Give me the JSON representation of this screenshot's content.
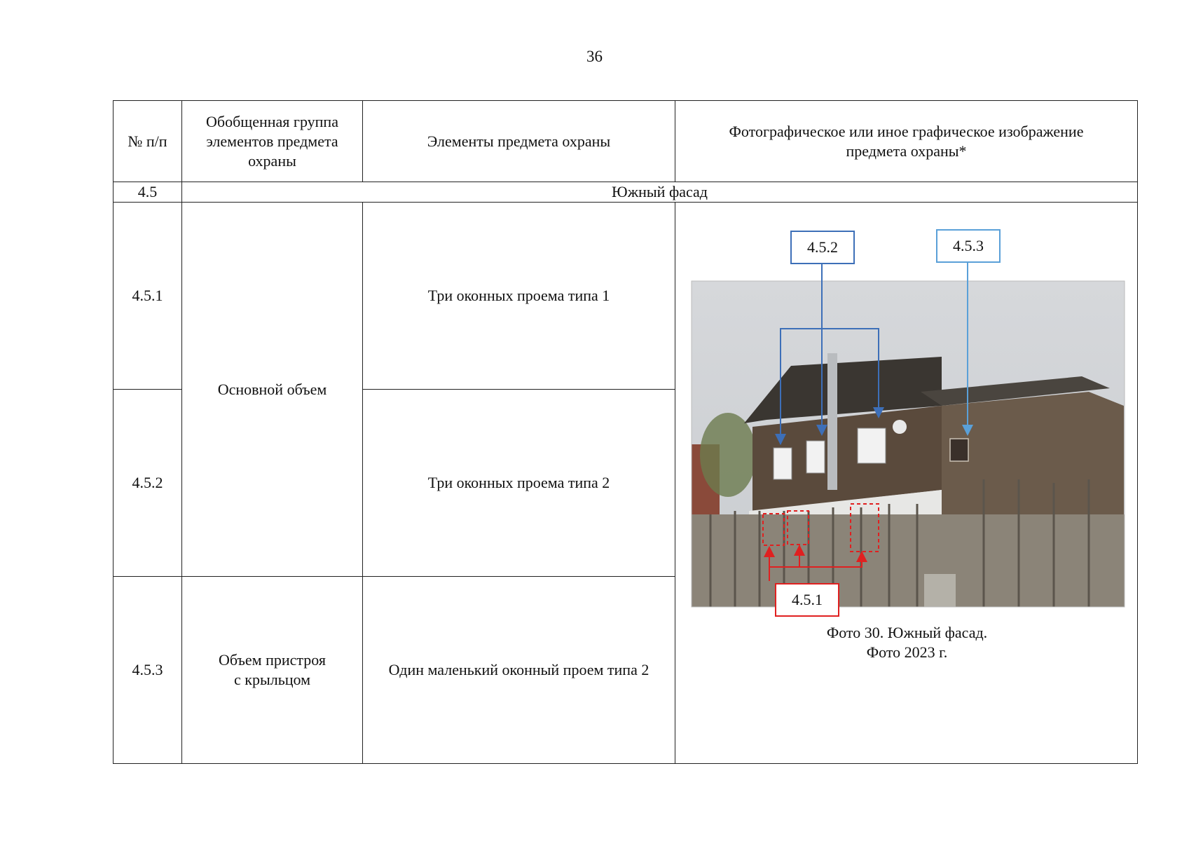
{
  "page_number": "36",
  "table": {
    "headers": {
      "num": "№ п/п",
      "group": "Обобщенная группа элементов предмета охраны",
      "elements": "Элементы предмета охраны",
      "image": "Фотографическое или иное графическое изображение предмета охраны*"
    },
    "section": {
      "num": "4.5",
      "title": "Южный фасад"
    },
    "rows": [
      {
        "num": "4.5.1",
        "group": "Основной объем",
        "element": "Три оконных проема типа 1"
      },
      {
        "num": "4.5.2",
        "element": "Три оконных проема типа 2"
      },
      {
        "num": "4.5.3",
        "group_line1": "Объем пристроя",
        "group_line2": "с крыльцом",
        "element": "Один маленький оконный проем типа 2"
      }
    ]
  },
  "photo": {
    "callouts": {
      "c452": "4.5.2",
      "c453": "4.5.3",
      "c451": "4.5.1"
    },
    "caption_line1": "Фото 30. Южный фасад.",
    "caption_line2": "Фото 2023 г.",
    "colors": {
      "callout_blue": "#3d6fb8",
      "callout_lightblue": "#5aa0d8",
      "callout_red": "#e02020"
    }
  }
}
